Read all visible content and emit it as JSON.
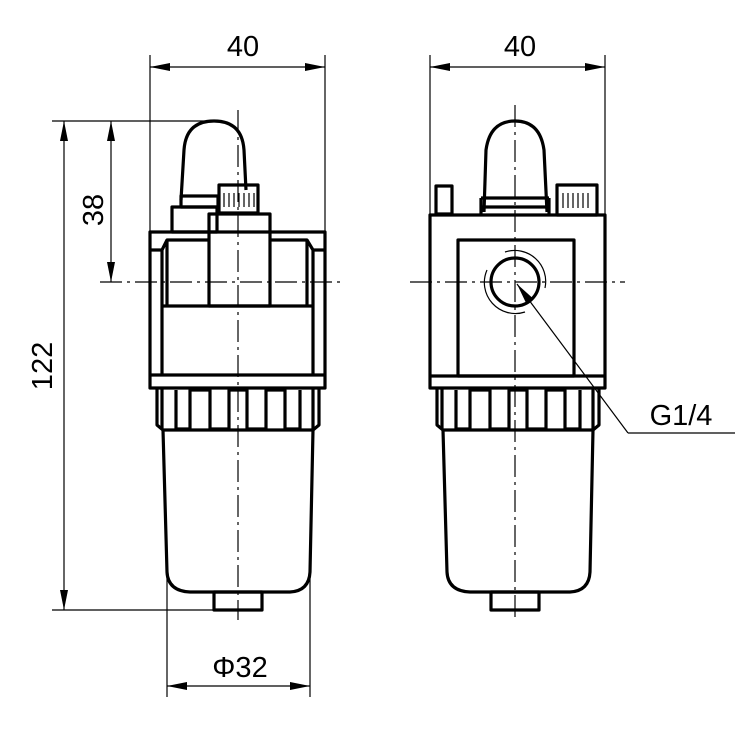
{
  "drawing": {
    "dimensions": {
      "width_left": "40",
      "width_right": "40",
      "total_height": "122",
      "cap_to_port_height": "38",
      "bowl_diameter": "Φ32",
      "port_thread": "G1/4"
    }
  }
}
